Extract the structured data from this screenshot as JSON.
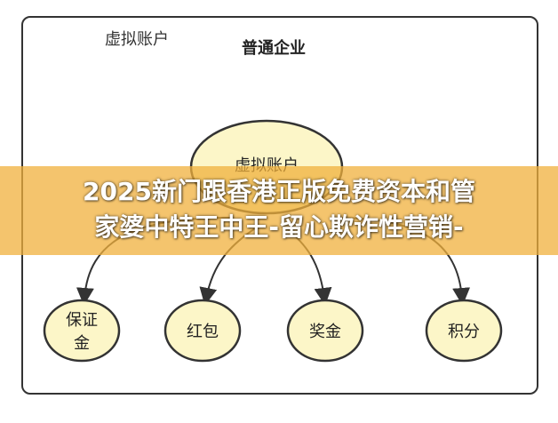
{
  "diagram": {
    "corner_label": "虚拟账户",
    "title": "普通企业",
    "center_node": "虚拟账户",
    "children": [
      {
        "line1": "保证",
        "line2": "金"
      },
      {
        "line1": "红包",
        "line2": ""
      },
      {
        "line1": "奖金",
        "line2": ""
      },
      {
        "line1": "积分",
        "line2": ""
      }
    ],
    "node_fill": "#fcf6c8",
    "stroke_color": "#333333"
  },
  "banner": {
    "line1": "2025新门跟香港正版免费资本和管",
    "line2": "家婆中特王中王-留心欺诈性营销-",
    "color": "#f0b03c"
  }
}
